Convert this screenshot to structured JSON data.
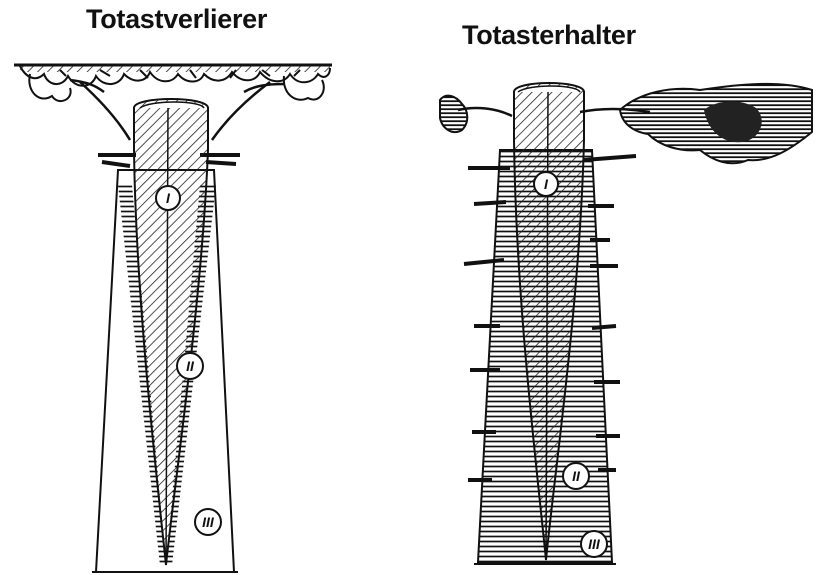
{
  "panels": [
    {
      "title": "Totastverlierer",
      "zones": [
        "I",
        "II",
        "III"
      ]
    },
    {
      "title": "Totasterhalter",
      "zones": [
        "I",
        "II",
        "III"
      ]
    }
  ]
}
